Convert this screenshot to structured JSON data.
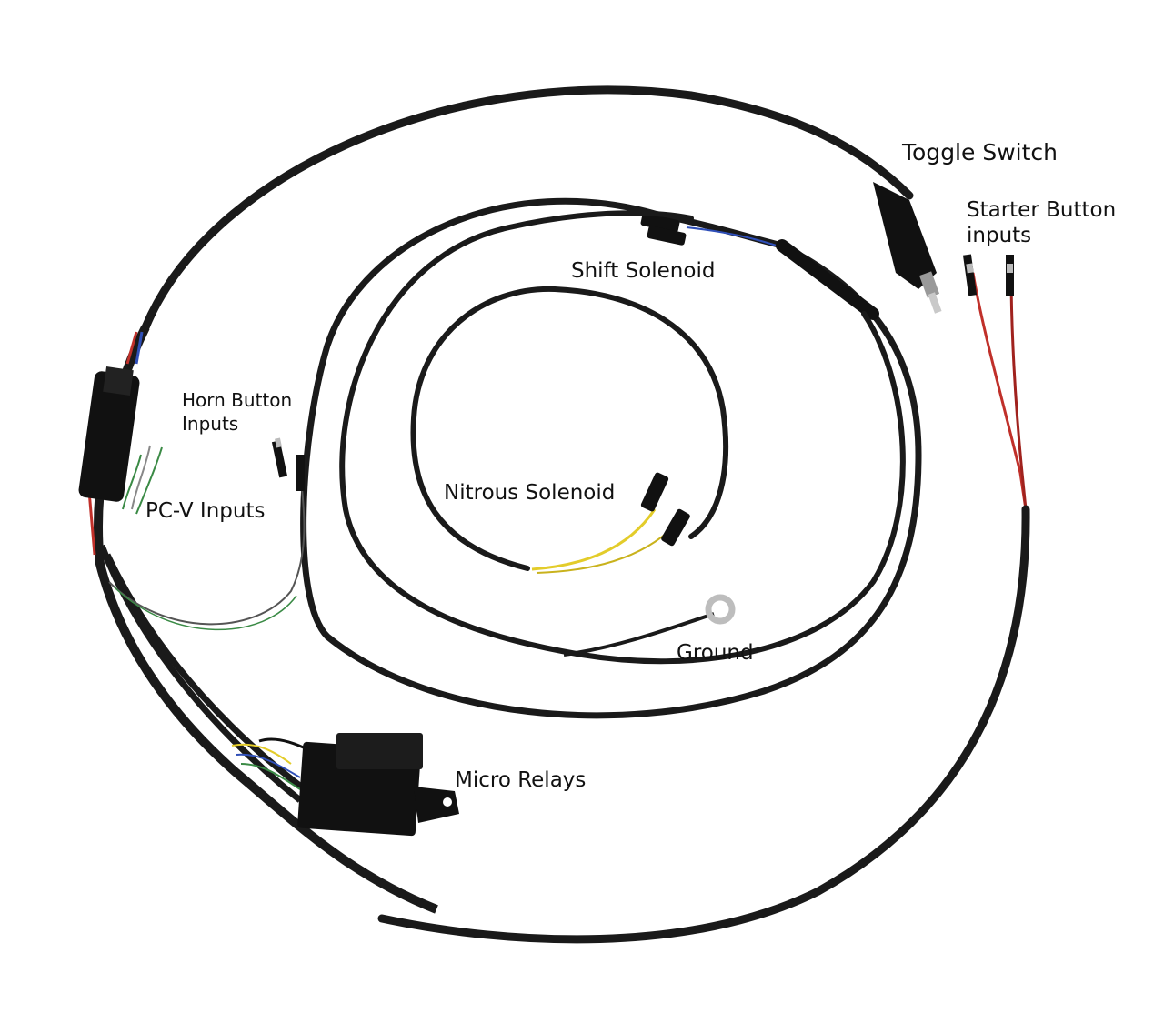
{
  "labels": {
    "toggle_switch": "Toggle Switch",
    "starter_button_line1": "Starter Button",
    "starter_button_line2": "inputs",
    "shift_solenoid": "Shift Solenoid",
    "horn_button_line1": "Horn Button",
    "horn_button_line2": "Inputs",
    "pcv_inputs": "PC-V Inputs",
    "nitrous_solenoid": "Nitrous Solenoid",
    "ground": "Ground",
    "micro_relays": "Micro Relays"
  },
  "colors": {
    "background": "#ffffff",
    "cable": "#1a1a1a",
    "wire_red": "#c0302a",
    "wire_yellow": "#e3cc2a",
    "wire_blue": "#2f4fb8",
    "wire_green": "#3a8a45",
    "connector": "#111111",
    "terminal_silver": "#d6d6d6"
  }
}
